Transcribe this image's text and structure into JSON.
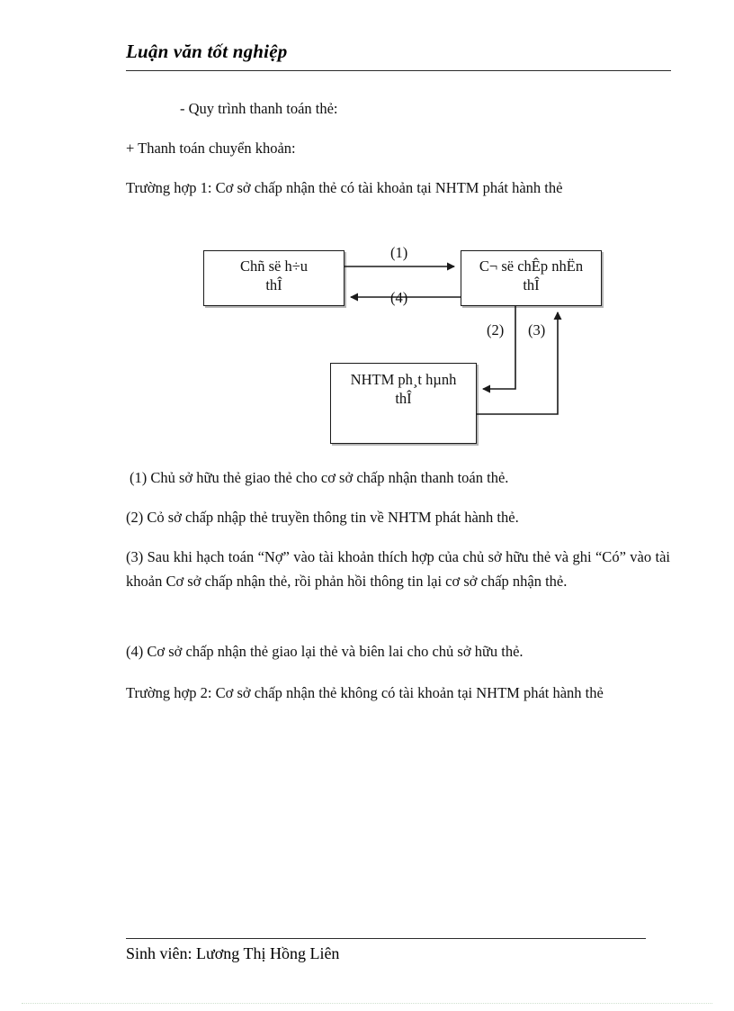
{
  "header": {
    "title": "Luận văn tốt nghiệp"
  },
  "body": {
    "line_intro": "- Quy trình thanh toán thẻ:",
    "line_transfer": "+ Thanh toán chuyển khoản:",
    "case_1": "Trường hợp 1: Cơ sở chấp nhận thẻ có tài khoản tại NHTM phát hành thẻ",
    "note_1": "(1) Chủ sở hữu thẻ giao thẻ cho cơ sở chấp nhận thanh toán thẻ.",
    "note_2": "(2) Cỏ sở chấp nhập thẻ truyền thông tin về NHTM phát hành thẻ.",
    "note_3": "(3) Sau khi hạch toán “Nợ” vào tài khoản thích hợp của chủ sở hữu thẻ và ghi “Có” vào tài khoản Cơ sở chấp nhận thẻ, rồi phản hồi thông tin lại cơ sở chấp nhận thẻ.",
    "note_4": "(4) Cơ sở chấp nhận thẻ giao lại thẻ và biên lai cho chủ sở hữu thẻ.",
    "case_2": "Trường hợp 2: Cơ sở chấp nhận thẻ không có tài khoản tại NHTM phát hành thẻ"
  },
  "diagram": {
    "box_owner": "Chñ së h÷u\nthÎ",
    "box_merchant": "C¬ së chÊp nhËn\nthÎ",
    "box_bank": "NHTM ph¸t hµnh\nthÎ",
    "edge_1": "(1)",
    "edge_2": "(2)",
    "edge_3": "(3)",
    "edge_4": "(4)",
    "line_color": "#1a1a1a"
  },
  "footer": {
    "student": "Sinh viên: Lương Thị Hồng Liên"
  }
}
